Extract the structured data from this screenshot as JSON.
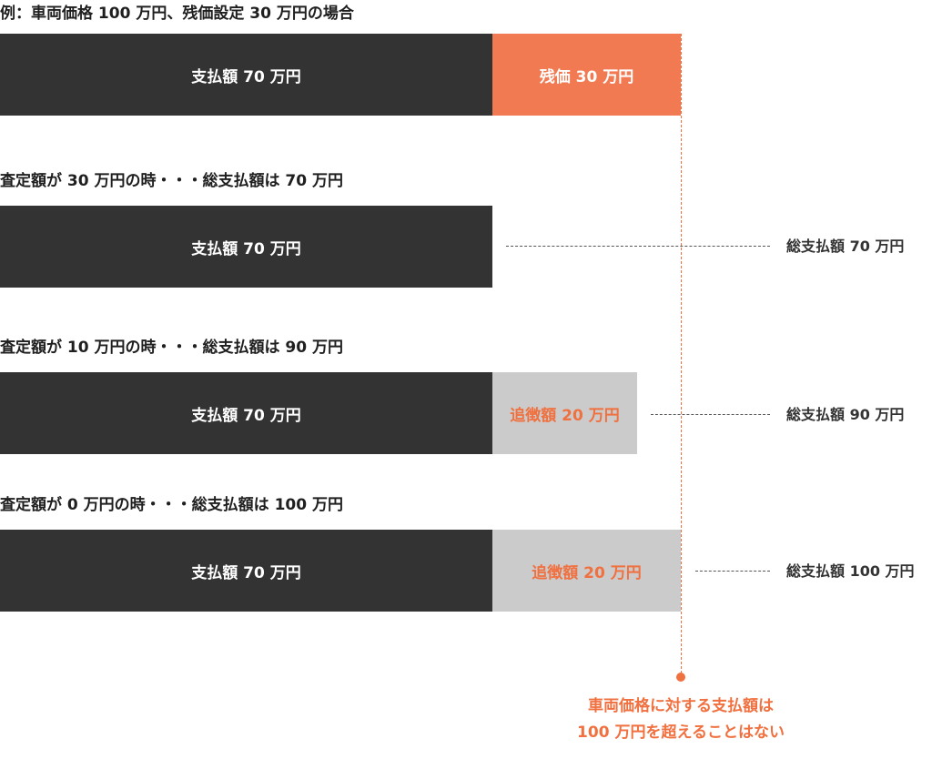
{
  "example": {
    "title": "例：車両価格 100 万円、残価設定 30 万円の場合",
    "paid_label": "支払額 70 万円",
    "residual_label": "残価 30 万円"
  },
  "cases": [
    {
      "title": "査定額が 30 万円の時・・・総支払額は 70 万円",
      "paid_label": "支払額 70 万円",
      "extra_label": "",
      "total_label": "総支払額 70 万円",
      "total_value": 70
    },
    {
      "title": "査定額が 10 万円の時・・・総支払額は 90 万円",
      "paid_label": "支払額 70 万円",
      "extra_label": "追徴額 20 万円",
      "total_label": "総支払額 90 万円",
      "total_value": 90
    },
    {
      "title": "査定額が 0 万円の時・・・総支払額は 100 万円",
      "paid_label": "支払額 70 万円",
      "extra_label": "追徴額 20 万円",
      "total_label": "総支払額 100 万円",
      "total_value": 100
    }
  ],
  "note": {
    "line1": "車両価格に対する支払額は",
    "line2": "100 万円を超えることはない"
  },
  "colors": {
    "paid": "#333333",
    "residual": "#f27a52",
    "extra": "#cbcbcb",
    "accent": "#f0703f"
  }
}
